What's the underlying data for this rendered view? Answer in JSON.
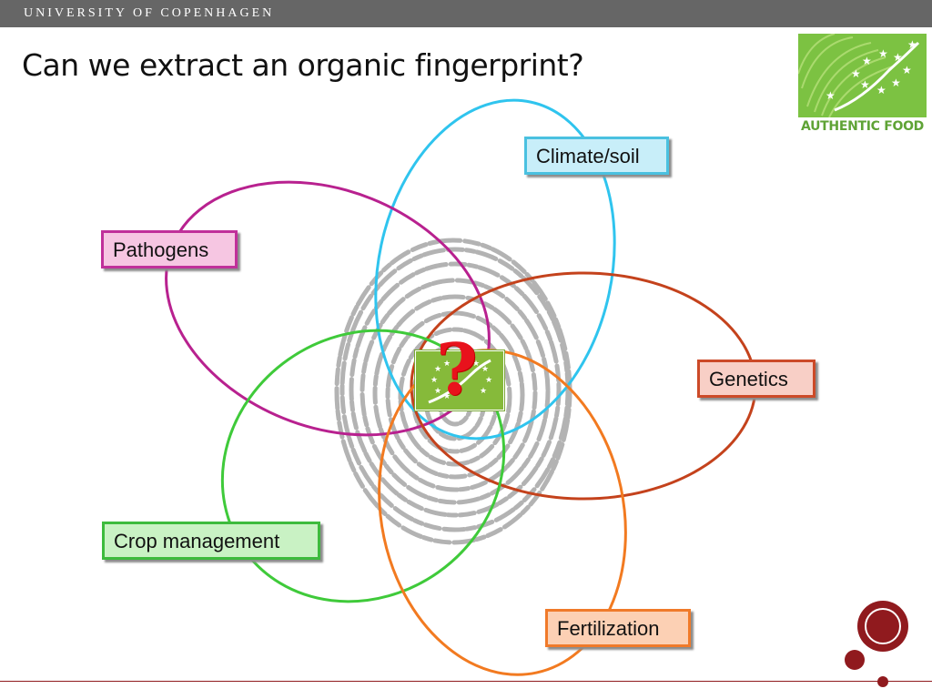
{
  "header": {
    "university": "UNIVERSITY OF COPENHAGEN"
  },
  "slide": {
    "title": "Can we extract an organic fingerprint?"
  },
  "logo": {
    "text": "AUTHENTIC FOOD"
  },
  "diagram": {
    "center_symbol": "?",
    "factors": {
      "climate": {
        "label": "Climate/soil",
        "color": "#4ac1e0"
      },
      "pathogens": {
        "label": "Pathogens",
        "color": "#c0309a"
      },
      "genetics": {
        "label": "Genetics",
        "color": "#cc4a28"
      },
      "crop": {
        "label": "Crop management",
        "color": "#3dbb3d"
      },
      "fertilization": {
        "label": "Fertilization",
        "color": "#f07a2a"
      }
    }
  },
  "colors": {
    "brand_red": "#901a1e",
    "header_gray": "#666666",
    "logo_green": "#7cc242"
  },
  "icons": {
    "fingerprint": "fingerprint-icon",
    "organic_leaf": "eu-organic-leaf-icon",
    "crest": "university-crest-icon"
  }
}
